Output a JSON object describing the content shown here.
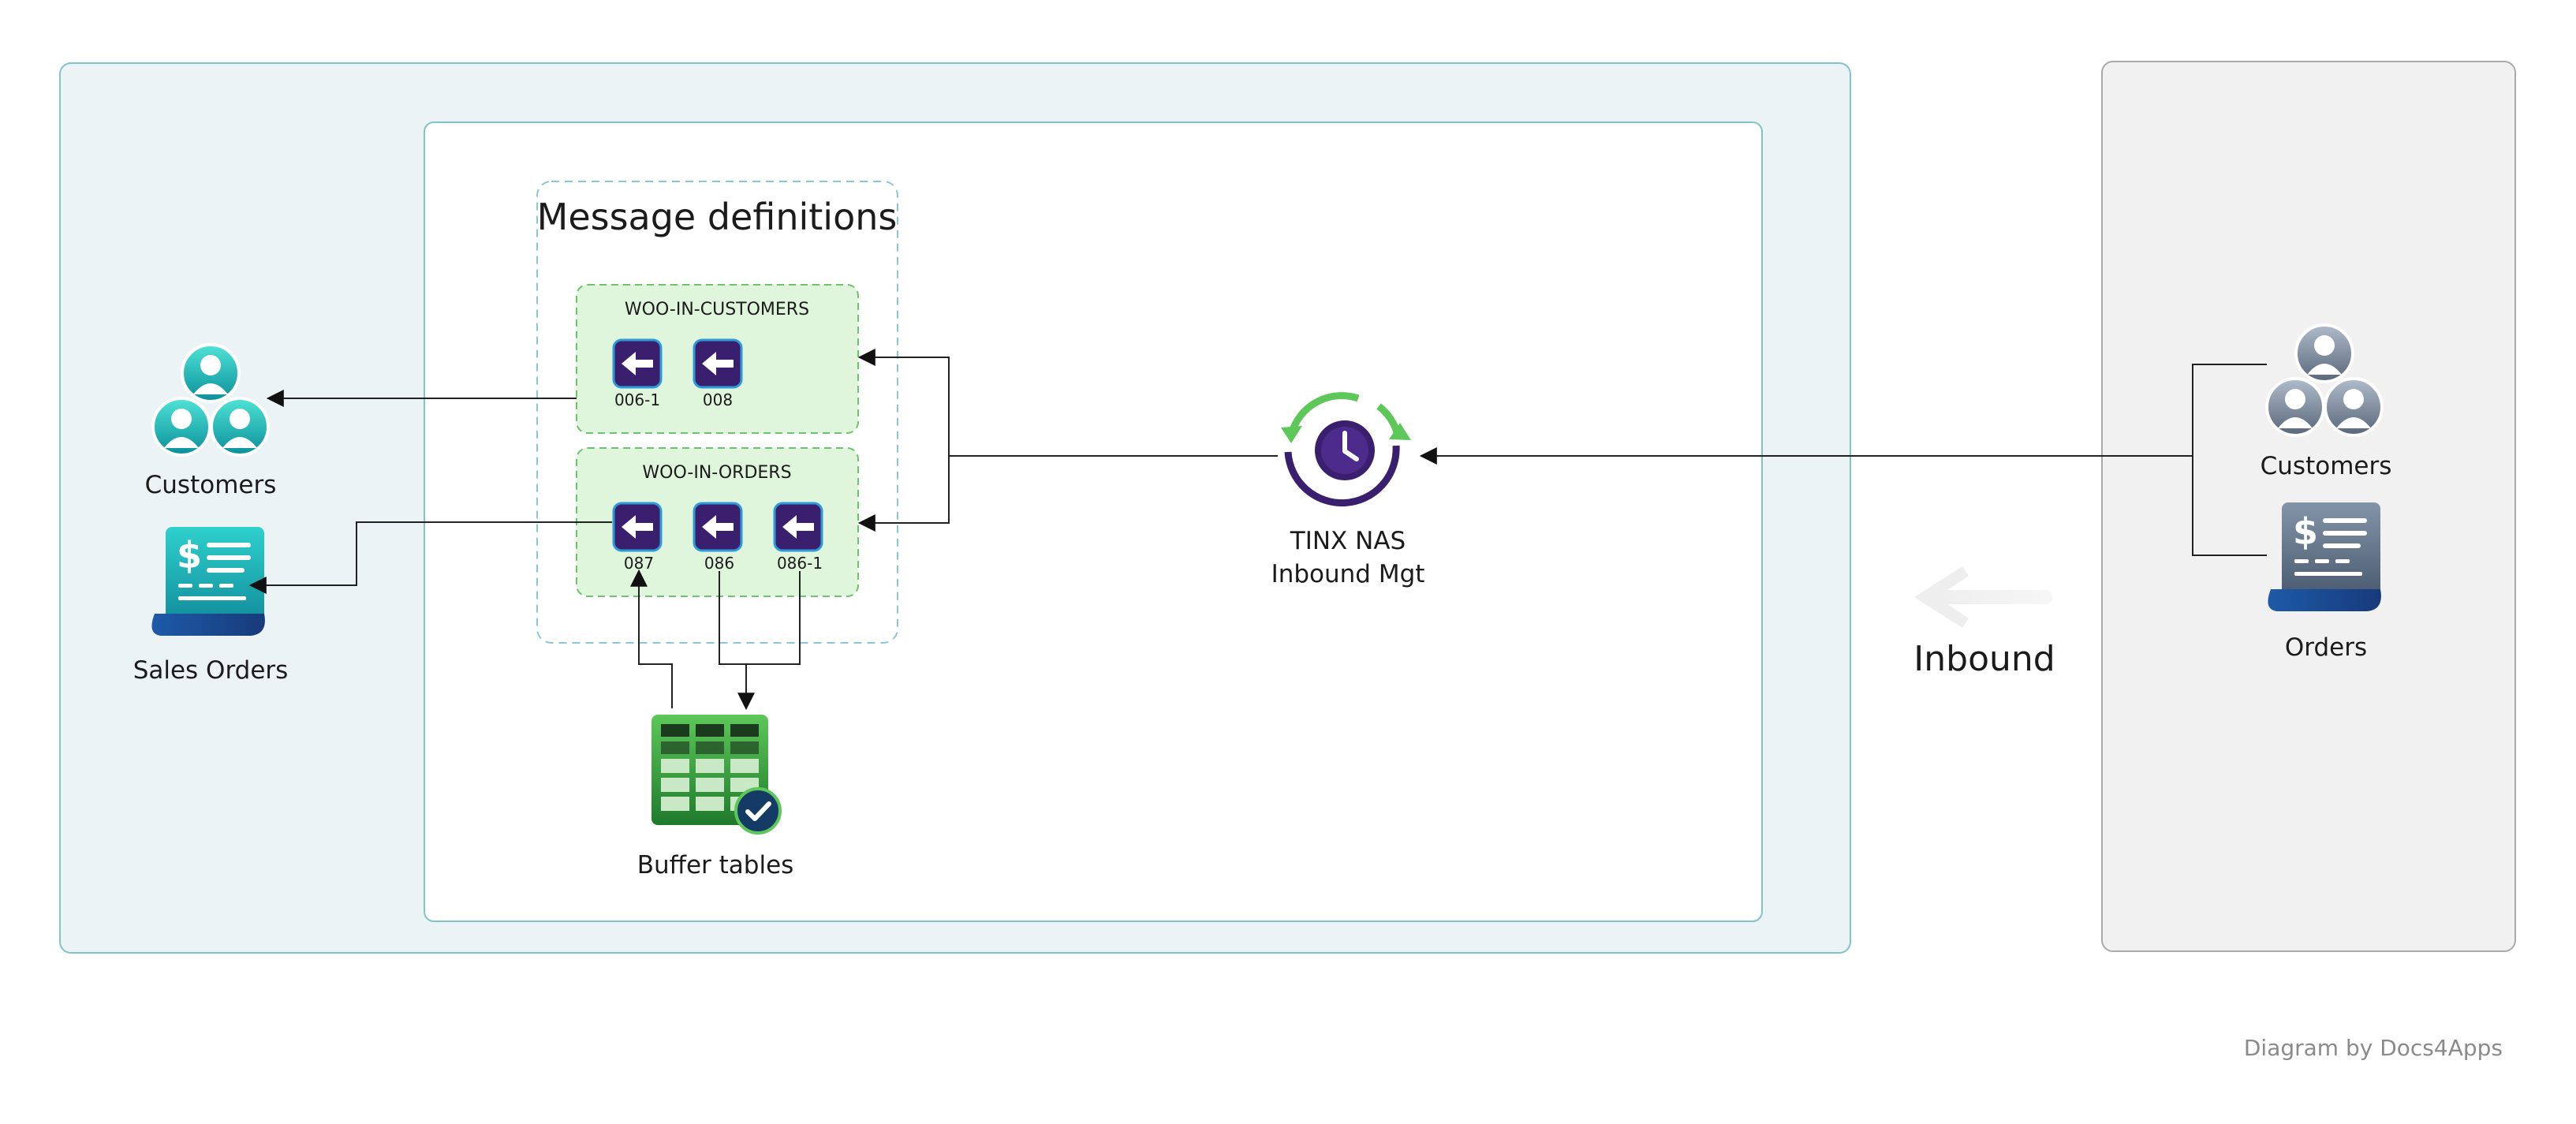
{
  "message_definitions": {
    "title": "Message definitions",
    "groups": [
      {
        "name": "WOO-IN-CUSTOMERS",
        "messages": [
          "006-1",
          "008"
        ]
      },
      {
        "name": "WOO-IN-ORDERS",
        "messages": [
          "087",
          "086",
          "086-1"
        ]
      }
    ]
  },
  "targets": {
    "customers_label": "Customers",
    "sales_orders_label": "Sales Orders"
  },
  "buffer_tables_label": "Buffer tables",
  "nas": {
    "line1": "TINX NAS",
    "line2": "Inbound Mgt"
  },
  "direction_label": "Inbound",
  "sources": {
    "customers_label": "Customers",
    "orders_label": "Orders"
  },
  "credit": "Diagram by Docs4Apps",
  "colors": {
    "outer_panel_fill": "#ecf3f4",
    "outer_panel_stroke": "#7fc4c9",
    "source_panel_fill": "#f1f1f1",
    "source_panel_stroke": "#a9a9a9",
    "group_fill": "#dff5dc",
    "group_stroke": "#6cc36a",
    "message_icon_fill": "#3a1f6e",
    "teal_accent": "#1fb5b5",
    "grey_accent": "#7d8a99",
    "green_accent": "#4caf50"
  }
}
